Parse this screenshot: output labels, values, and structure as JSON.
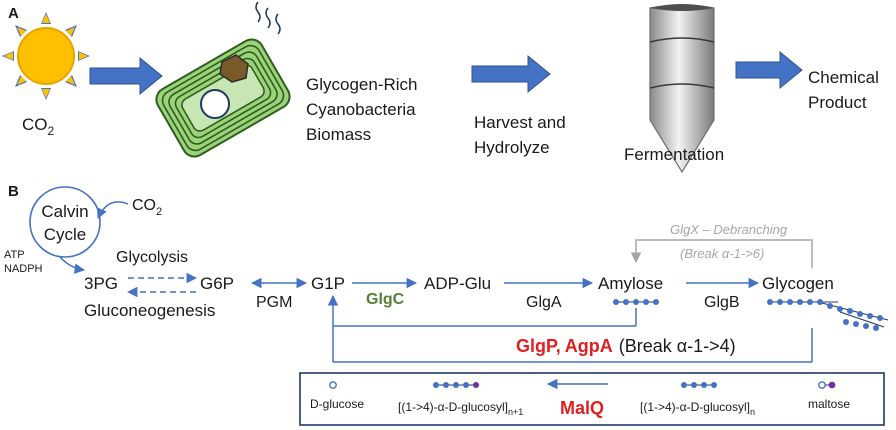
{
  "panel_a": {
    "label": "A",
    "co2_base": "CO",
    "co2_sub": "2",
    "biomass_lines": [
      "Glycogen-Rich",
      "Cyanobacteria",
      "Biomass"
    ],
    "harvest_lines": [
      "Harvest and",
      "Hydrolyze"
    ],
    "fermentation": "Fermentation",
    "product_lines": [
      "Chemical",
      "Product"
    ]
  },
  "panel_b": {
    "label": "B",
    "calvin_lines": [
      "Calvin",
      "Cycle"
    ],
    "co2_base": "CO",
    "co2_sub": "2",
    "atp": "ATP",
    "nadph": "NADPH",
    "glycolysis": "Glycolysis",
    "gluconeogenesis": "Gluconeogenesis",
    "nodes": {
      "pg3": "3PG",
      "g6p": "G6P",
      "g1p": "G1P",
      "adp_glu": "ADP-Glu",
      "amylose": "Amylose",
      "glycogen": "Glycogen"
    },
    "enzymes": {
      "pgm": "PGM",
      "glgc": "GlgC",
      "glga": "GlgA",
      "glgb": "GlgB",
      "glgx_line1": "GlgX – Debranching",
      "glgx_line2": "(Break α-1->6)",
      "glgp": "GlgP",
      "comma": ",",
      "agpa": "AgpA",
      "break_a14": "(Break α-1->4)"
    },
    "malq_box": {
      "d_glucose": "D-glucose",
      "product_base": "[(1->4)-α-D-glucosyl]",
      "product_sub": "n+1",
      "malq": "MalQ",
      "substrate_base": "[(1->4)-α-D-glucosyl]",
      "substrate_sub": "n",
      "maltose": "maltose"
    }
  },
  "colors": {
    "arrow_blue": "#4472c4",
    "glgc_green": "#538135",
    "red": "#e02020",
    "gray": "#a6a6a6",
    "sun_yellow": "#ffc000",
    "sun_orange": "#f4a300",
    "cell_green": "#9bd27a",
    "cell_dark": "#2e5e1e",
    "nucleus_brown": "#7b5a2a",
    "bead_blue": "#4472c4",
    "bead_purple": "#7030a0"
  }
}
